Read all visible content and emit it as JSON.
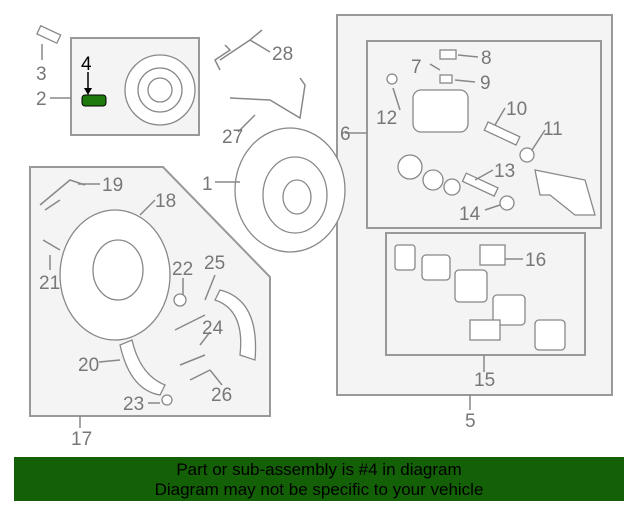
{
  "banner": {
    "line1": "Part or sub-assembly is #4 in diagram",
    "line2": "Diagram may not be specific to your vehicle",
    "color": "#136006"
  },
  "highlight": {
    "part": "4",
    "color": "#1e7a0c"
  },
  "callouts": {
    "c1": "1",
    "c2": "2",
    "c3": "3",
    "c4": "4",
    "c5": "5",
    "c6": "6",
    "c7": "7",
    "c8": "8",
    "c9": "9",
    "c10": "10",
    "c11": "11",
    "c12": "12",
    "c13": "13",
    "c14": "14",
    "c15": "15",
    "c16": "16",
    "c17": "17",
    "c18": "18",
    "c19": "19",
    "c20": "20",
    "c21": "21",
    "c22": "22",
    "c23": "23",
    "c24": "24",
    "c25": "25",
    "c26": "26",
    "c27": "27",
    "c28": "28"
  }
}
